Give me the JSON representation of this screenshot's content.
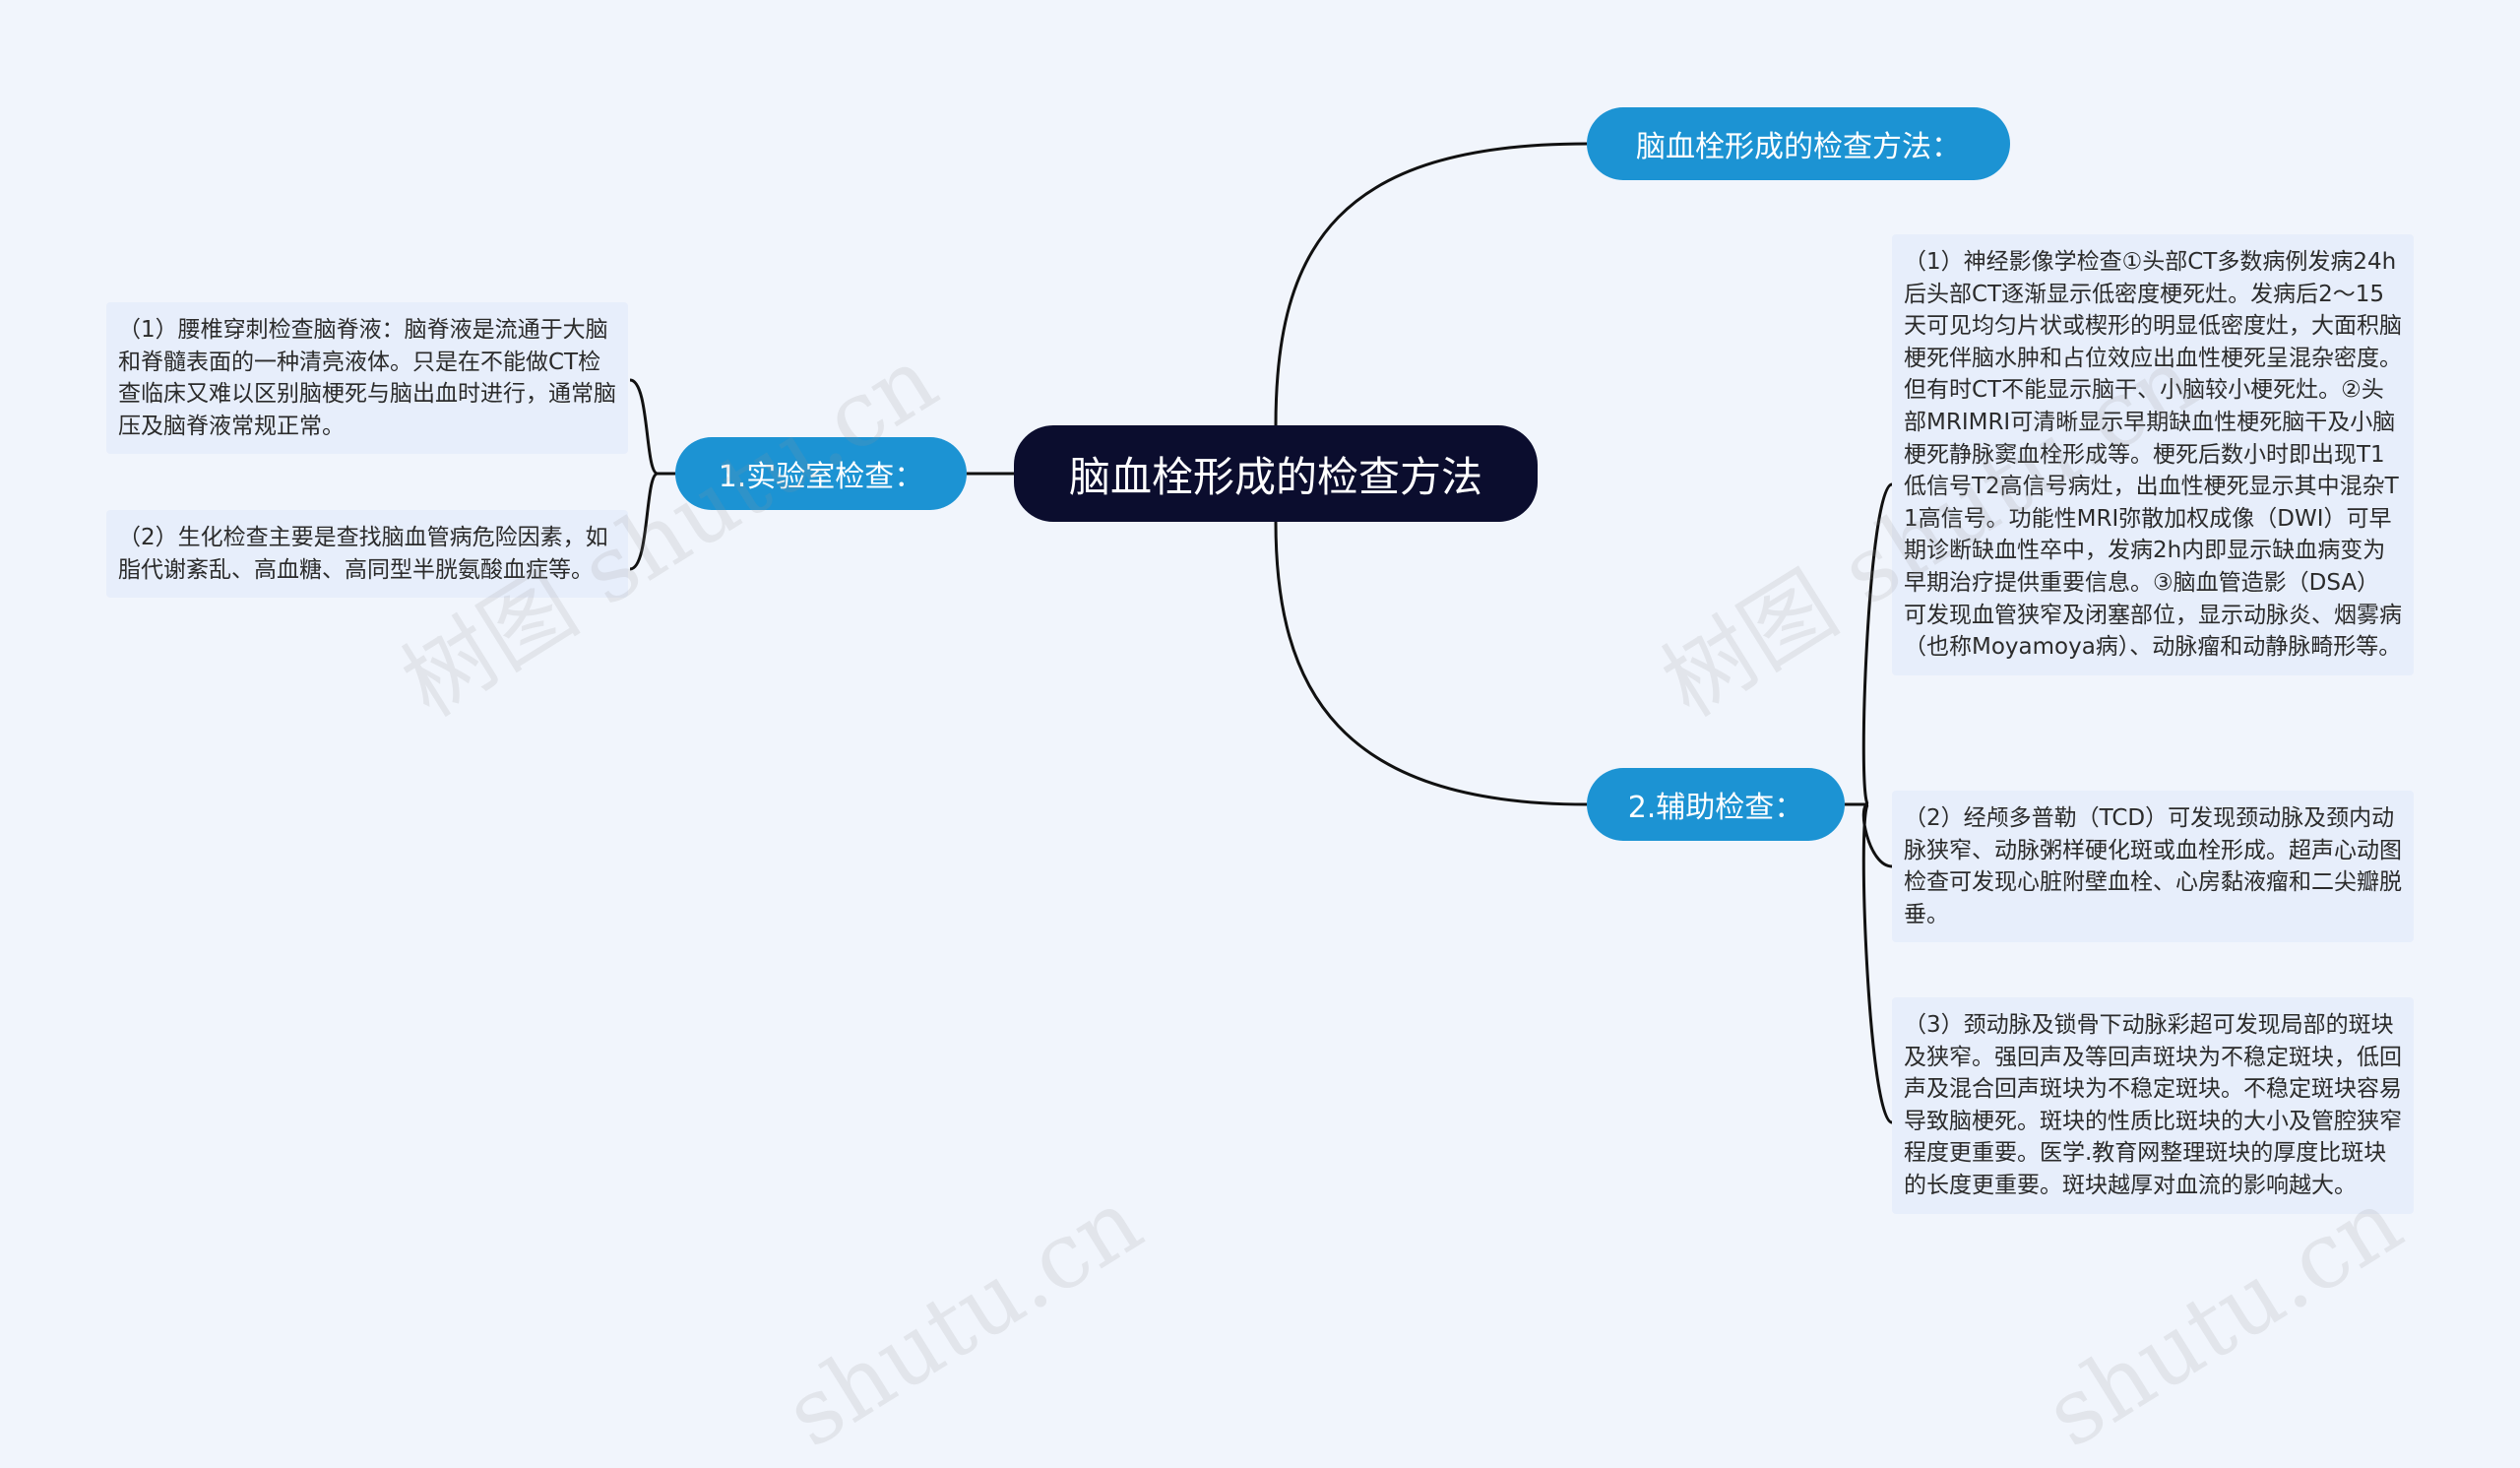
{
  "root": {
    "label": "脑血栓形成的检查方法"
  },
  "branches": {
    "title_node": {
      "label": "脑血栓形成的检查方法："
    },
    "lab": {
      "label": "1.实验室检查：",
      "items": [
        "（1）腰椎穿刺检查脑脊液：脑脊液是流通于大脑和脊髓表面的一种清亮液体。只是在不能做CT检查临床又难以区别脑梗死与脑出血时进行，通常脑压及脑脊液常规正常。",
        "（2）生化检查主要是查找脑血管病危险因素，如脂代谢紊乱、高血糖、高同型半胱氨酸血症等。"
      ]
    },
    "auxiliary": {
      "label": "2.辅助检查：",
      "items": [
        "（1）神经影像学检查①头部CT多数病例发病24h后头部CT逐渐显示低密度梗死灶。发病后2～15天可见均匀片状或楔形的明显低密度灶，大面积脑梗死伴脑水肿和占位效应出血性梗死呈混杂密度。但有时CT不能显示脑干、小脑较小梗死灶。②头部MRIMRI可清晰显示早期缺血性梗死脑干及小脑梗死静脉窦血栓形成等。梗死后数小时即出现T1低信号T2高信号病灶，出血性梗死显示其中混杂T1高信号。功能性MRI弥散加权成像（DWI）可早期诊断缺血性卒中，发病2h内即显示缺血病变为早期治疗提供重要信息。③脑血管造影（DSA）可发现血管狭窄及闭塞部位，显示动脉炎、烟雾病（也称Moyamoya病）、动脉瘤和动静脉畸形等。",
        "（2）经颅多普勒（TCD）可发现颈动脉及颈内动脉狭窄、动脉粥样硬化斑或血栓形成。超声心动图检查可发现心脏附壁血栓、心房黏液瘤和二尖瓣脱垂。",
        "（3）颈动脉及锁骨下动脉彩超可发现局部的斑块及狭窄。强回声及等回声斑块为不稳定斑块，低回声及混合回声斑块为不稳定斑块。不稳定斑块容易导致脑梗死。斑块的性质比斑块的大小及管腔狭窄程度更重要。医学.教育网整理斑块的厚度比斑块的长度更重要。斑块越厚对血流的影响越大。"
      ]
    }
  },
  "watermarks": [
    "树图 shutu.cn",
    "树图 shutu.cn",
    "shutu.cn",
    "shutu.cn"
  ],
  "colors": {
    "background": "#f1f5fc",
    "root": "#0b0d2e",
    "branch": "#1c93d3",
    "leaf": "#e7eefb",
    "line": "#111111"
  }
}
